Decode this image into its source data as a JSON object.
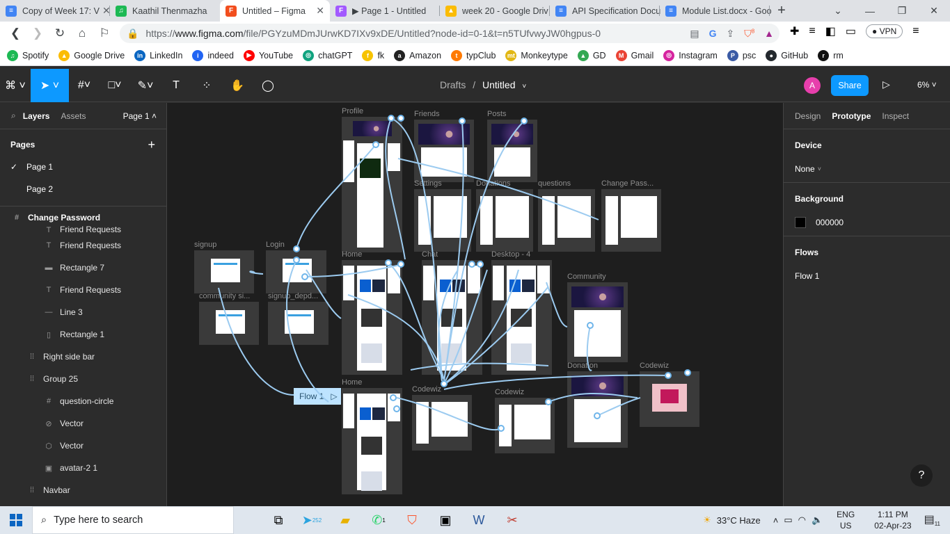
{
  "browser": {
    "tabs": [
      {
        "title": "Copy of Week 17: V",
        "color": "#4285f4",
        "glyph": "≡"
      },
      {
        "title": "Kaathil Thenmazha",
        "color": "#1db954",
        "glyph": "♫"
      },
      {
        "title": "Untitled – Figma",
        "color": "#f24e1e",
        "glyph": "F"
      },
      {
        "title": "▶ Page 1 - Untitled",
        "color": "#a259ff",
        "glyph": "F"
      },
      {
        "title": "week 20 - Google Driv",
        "color": "#fbbc04",
        "glyph": "▲"
      },
      {
        "title": "API Specification Docu",
        "color": "#4285f4",
        "glyph": "≡"
      },
      {
        "title": "Module List.docx - Goo",
        "color": "#4285f4",
        "glyph": "≡"
      }
    ],
    "url_prefix": "https://",
    "url_domain": "www.figma.com",
    "url_path": "/file/PGYzuMDmJUrwKD7IXv9xDE/Untitled?node-id=0-1&t=n5TUfvwyJW0hgpus-0",
    "vpn_label": "VPN",
    "brave_badge": "8",
    "bookmarks": [
      {
        "label": "Spotify",
        "color": "#1db954",
        "glyph": "♫"
      },
      {
        "label": "Google Drive",
        "color": "#fbbc04",
        "glyph": "▲"
      },
      {
        "label": "LinkedIn",
        "color": "#0a66c2",
        "glyph": "in"
      },
      {
        "label": "indeed",
        "color": "#2164f3",
        "glyph": "i"
      },
      {
        "label": "YouTube",
        "color": "#ff0000",
        "glyph": "▶"
      },
      {
        "label": "chatGPT",
        "color": "#10a37f",
        "glyph": "◎"
      },
      {
        "label": "fk",
        "color": "#f7c300",
        "glyph": "f"
      },
      {
        "label": "Amazon",
        "color": "#222222",
        "glyph": "a"
      },
      {
        "label": "typClub",
        "color": "#ff7a00",
        "glyph": "t"
      },
      {
        "label": "Monkeytype",
        "color": "#e2b714",
        "glyph": "mt"
      },
      {
        "label": "GD",
        "color": "#34a853",
        "glyph": "▲"
      },
      {
        "label": "Gmail",
        "color": "#ea4335",
        "glyph": "M"
      },
      {
        "label": "Instagram",
        "color": "#d6249f",
        "glyph": "◎"
      },
      {
        "label": "psc",
        "color": "#3b5ba5",
        "glyph": "P"
      },
      {
        "label": "GitHub",
        "color": "#24292e",
        "glyph": "●"
      },
      {
        "label": "rm",
        "color": "#111111",
        "glyph": "r"
      }
    ]
  },
  "figma": {
    "breadcrumb_parent": "Drafts",
    "breadcrumb_sep": "/",
    "file_name": "Untitled",
    "avatar_letter": "A",
    "share_label": "Share",
    "zoom": "6%",
    "left_tabs": {
      "layers": "Layers",
      "assets": "Assets",
      "page": "Page 1"
    },
    "pages_title": "Pages",
    "pages": [
      "Page 1",
      "Page 2"
    ],
    "layers": [
      {
        "name": "Change Password",
        "icon": "#",
        "indent": 16,
        "bold": true
      },
      {
        "name": "Friend Requests",
        "icon": "T",
        "indent": 62
      },
      {
        "name": "Friend Requests",
        "icon": "T",
        "indent": 62
      },
      {
        "name": "Rectangle 7",
        "icon": "▬",
        "indent": 62
      },
      {
        "name": "Friend Requests",
        "icon": "T",
        "indent": 62
      },
      {
        "name": "Line 3",
        "icon": "—",
        "indent": 62
      },
      {
        "name": "Rectangle 1",
        "icon": "▯",
        "indent": 62
      },
      {
        "name": "Right side bar",
        "icon": "⁞⁞",
        "indent": 38
      },
      {
        "name": "Group 25",
        "icon": "⁞⁞",
        "indent": 38
      },
      {
        "name": "question-circle",
        "icon": "#",
        "indent": 62
      },
      {
        "name": "Vector",
        "icon": "⊘",
        "indent": 62
      },
      {
        "name": "Vector",
        "icon": "⬡",
        "indent": 62
      },
      {
        "name": "avatar-2 1",
        "icon": "▣",
        "indent": 62
      },
      {
        "name": "Navbar",
        "icon": "⁞⁞",
        "indent": 38
      }
    ],
    "right_tabs": [
      "Design",
      "Prototype",
      "Inspect"
    ],
    "device_title": "Device",
    "device_value": "None",
    "background_title": "Background",
    "background_value": "000000",
    "flows_title": "Flows",
    "flow_item": "Flow 1",
    "help": "?",
    "flow_chip": "Flow 1",
    "frame_labels": [
      "Profile",
      "Friends",
      "Posts",
      "Settings",
      "Donations",
      "questions",
      "Change Pass...",
      "signup",
      "Login",
      "community si...",
      "signup_depd...",
      "Home",
      "Chat",
      "Desktop - 4",
      "Community",
      "Home",
      "Codewiz",
      "Codewiz",
      "Donation",
      "Codewiz"
    ]
  },
  "taskbar": {
    "search_placeholder": "Type here to search",
    "telegram_badge": "252",
    "whatsapp_badge": "1",
    "weather": "33°C  Haze",
    "lang_top": "ENG",
    "lang_bottom": "US",
    "time": "1:11 PM",
    "date": "02-Apr-23",
    "notif_badge": "11"
  }
}
